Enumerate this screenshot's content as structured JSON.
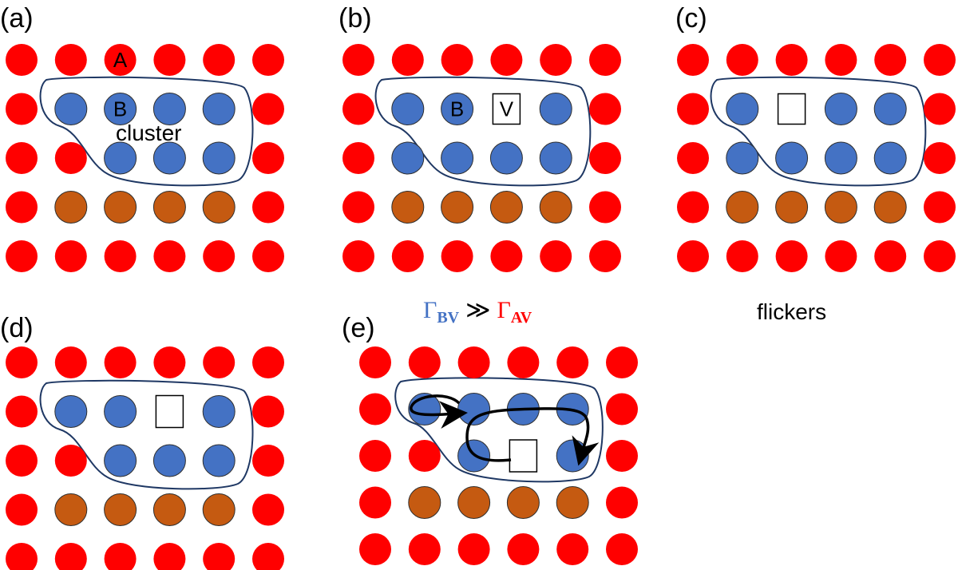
{
  "colors": {
    "A": "#ff0000",
    "B": "#4472c4",
    "C": "#c55a11",
    "outline": "#1f3864",
    "rate_B": "#4472c4",
    "rate_A": "#ff0000"
  },
  "panels": [
    {
      "label": "(a)",
      "rows": [
        "AAAAAA",
        "ABBBBA",
        "AABBBA",
        "ACCCCA",
        "AAAAAA"
      ],
      "atom_labels": [
        {
          "row": 0,
          "col": 2,
          "text": "A"
        },
        {
          "row": 1,
          "col": 2,
          "text": "B"
        }
      ],
      "note": "cluster"
    },
    {
      "label": "(b)",
      "rows": [
        "AAAAAA",
        "ABBVBA",
        "ABBBBA",
        "ACCCCA",
        "AAAAAA"
      ],
      "atom_labels": [
        {
          "row": 1,
          "col": 2,
          "text": "B"
        },
        {
          "row": 1,
          "col": 3,
          "text": "V"
        }
      ]
    },
    {
      "label": "(c)",
      "rows": [
        "AAAAAA",
        "ABVBBA",
        "ABBBBA",
        "ACCCCA",
        "AAAAAA"
      ],
      "atom_labels": []
    },
    {
      "label": "(d)",
      "rows": [
        "AAAAAA",
        "ABBVBA",
        "AABBBA",
        "ACCCCA",
        "AAAAAA"
      ],
      "atom_labels": []
    },
    {
      "label": "(e)",
      "rows": [
        "AAAAAA",
        "ABBBBA",
        "AABVBA",
        "ACCCCA",
        "AAAAAA"
      ],
      "atom_labels": []
    }
  ],
  "rate_relation": {
    "symbol": "Γ",
    "sub_B": "BV",
    "operator": "≫",
    "sub_A": "AV"
  },
  "flickers_label": "flickers"
}
